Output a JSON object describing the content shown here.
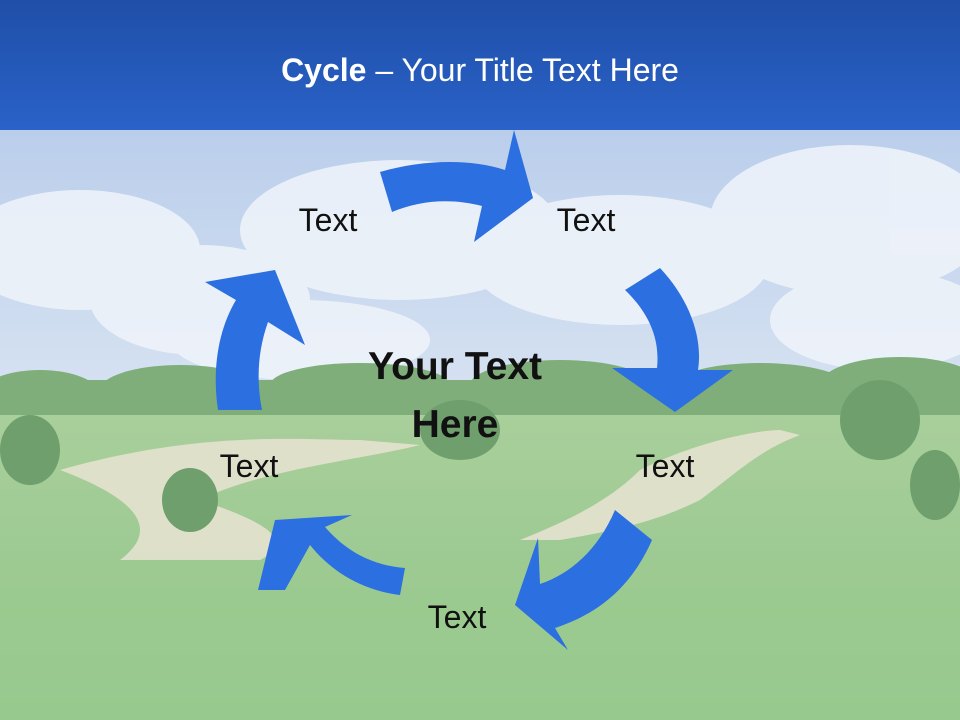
{
  "title": {
    "bold": "Cycle",
    "rest": " – Your Title Text Here"
  },
  "center": {
    "line1": "Your Text",
    "line2": "Here"
  },
  "labels": [
    "Text",
    "Text",
    "Text",
    "Text",
    "Text"
  ],
  "colors": {
    "arrow": "#2b6fe0",
    "title_bar": "#2a62c8"
  }
}
